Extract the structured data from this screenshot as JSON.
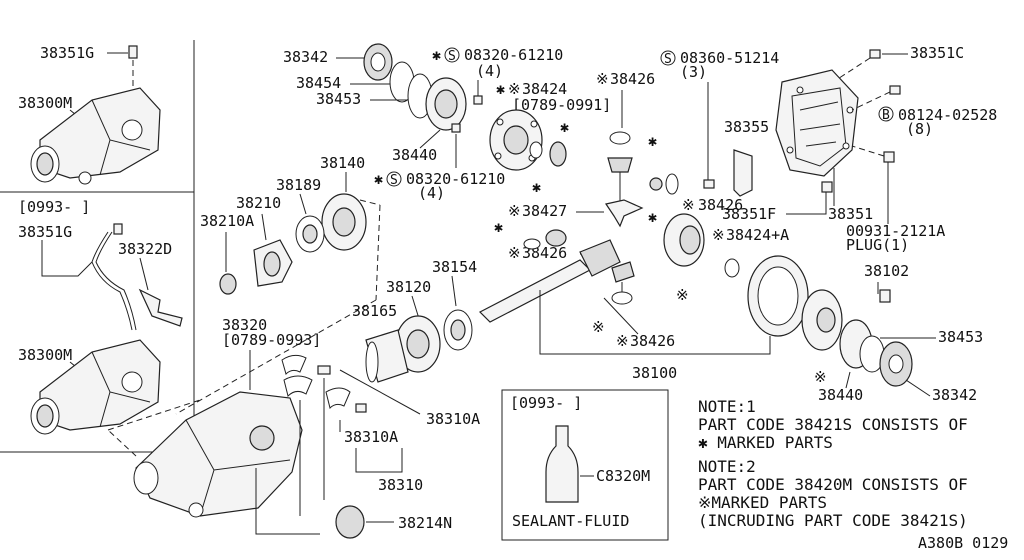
{
  "inset_top": {
    "label_breather": "38351G",
    "label_assy": "38300M"
  },
  "inset_bottom": {
    "date_range": "[0993-     ]",
    "label_breather": "38351G",
    "label_hose": "38322D",
    "label_assy": "38300M"
  },
  "parts": {
    "p38342_top": "38342",
    "p38454": "38454",
    "p38453_top": "38453",
    "p38440_top": "38440",
    "screw_top_code": "08320-61210",
    "screw_top_qty": "(4)",
    "screw_mid_code": "08320-61210",
    "screw_mid_qty": "(4)",
    "p38424": "38424",
    "p38424_range": "[0789-0991]",
    "p38426_a": "38426",
    "p38427": "38427",
    "p38426_b": "38426",
    "p38426_c": "38426",
    "p38426_d": "38426",
    "p38424a": "38424+A",
    "bolt_right_code": "08360-51214",
    "bolt_right_qty": "(3)",
    "p38355": "38355",
    "p38351C": "38351C",
    "bolt_b_code": "08124-02528",
    "bolt_b_qty": "(8)",
    "p38351F": "38351F",
    "p38351": "38351",
    "plug_code": "00931-2121A",
    "plug_label": "PLUG(1)",
    "p38102": "38102",
    "p38453_bot": "38453",
    "p38440_bot": "38440",
    "p38342_bot": "38342",
    "p38100": "38100",
    "p38140": "38140",
    "p38189": "38189",
    "p38210": "38210",
    "p38210A": "38210A",
    "p38154": "38154",
    "p38120": "38120",
    "p38165": "38165",
    "p38320": "38320",
    "p38320_range": "[0789-0993]",
    "p38310A_a": "38310A",
    "p38310A_b": "38310A",
    "p38310": "38310",
    "p38214N": "38214N"
  },
  "sealant_box": {
    "date_range": "[0993-     ]",
    "part": "C8320M",
    "caption": "SEALANT-FLUID"
  },
  "notes": {
    "note1_title": "NOTE:1",
    "note1_line1": "PART CODE 38421S CONSISTS OF",
    "note1_line2": "✱ MARKED PARTS",
    "note2_title": "NOTE:2",
    "note2_line1": "PART CODE 38420M CONSISTS OF",
    "note2_line2": "※MARKED PARTS",
    "note2_line3": "(INCRUDING PART  CODE 38421S)"
  },
  "diagram_code": "A380B 0129",
  "symbols": {
    "asterisk": "✱",
    "ref": "※",
    "s_circle": "S",
    "b_circle": "B"
  }
}
